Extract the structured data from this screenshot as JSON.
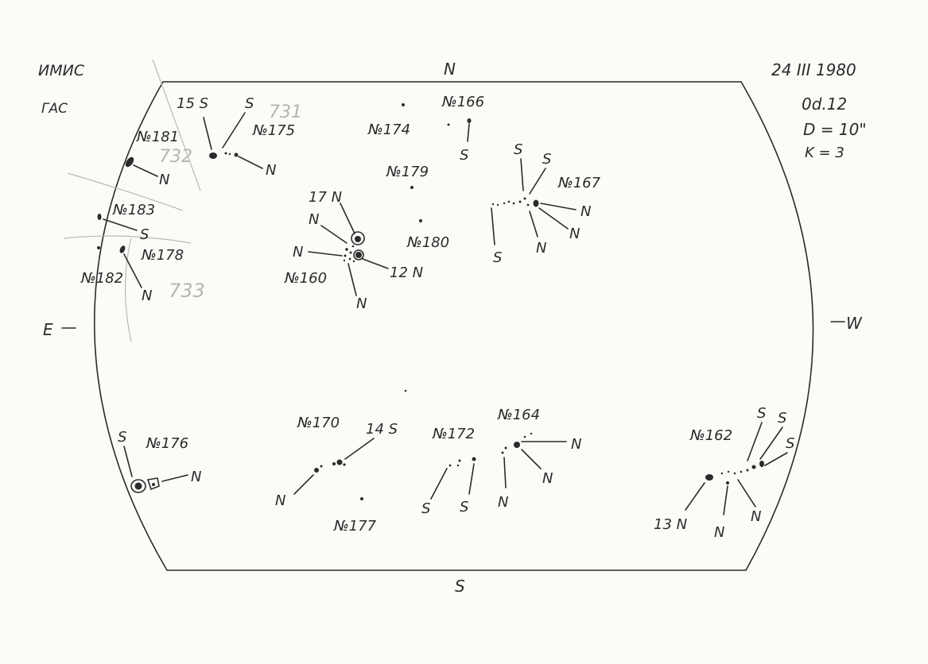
{
  "header": {
    "observatory": "ИМИС",
    "station": "ГАС",
    "date": "24 III 1980",
    "time": "0d.12",
    "diameter": "D = 10\"",
    "k_index": "K = 3"
  },
  "cardinal": {
    "north": "N",
    "south": "S",
    "east": "E",
    "west": "W"
  },
  "pencil_notes": [
    "731",
    "732",
    "733"
  ],
  "regions": [
    {
      "id": "181",
      "label": "№181",
      "tags": [
        "N"
      ]
    },
    {
      "id": "175",
      "label": "№175",
      "tags": [
        "15 S",
        "S",
        "N"
      ]
    },
    {
      "id": "174",
      "label": "№174",
      "tags": []
    },
    {
      "id": "166",
      "label": "№166",
      "tags": [
        "S"
      ]
    },
    {
      "id": "183",
      "label": "№183",
      "tags": [
        "S"
      ]
    },
    {
      "id": "178",
      "label": "№178",
      "tags": [
        "N"
      ]
    },
    {
      "id": "182",
      "label": "№182",
      "tags": []
    },
    {
      "id": "179",
      "label": "№179",
      "tags": []
    },
    {
      "id": "180",
      "label": "№180",
      "tags": []
    },
    {
      "id": "160",
      "label": "№160",
      "tags": [
        "17 N",
        "N",
        "N",
        "12 N",
        "N"
      ]
    },
    {
      "id": "167",
      "label": "№167",
      "tags": [
        "S",
        "S",
        "N",
        "N",
        "N",
        "S"
      ]
    },
    {
      "id": "176",
      "label": "№176",
      "tags": [
        "S",
        "N"
      ]
    },
    {
      "id": "170",
      "label": "№170",
      "tags": [
        "14 S",
        "N"
      ]
    },
    {
      "id": "177",
      "label": "№177",
      "tags": []
    },
    {
      "id": "172",
      "label": "№172",
      "tags": [
        "S",
        "S"
      ]
    },
    {
      "id": "164",
      "label": "№164",
      "tags": [
        "N",
        "N",
        "N"
      ]
    },
    {
      "id": "162",
      "label": "№162",
      "tags": [
        "S",
        "S",
        "S",
        "13 N",
        "N",
        "N"
      ]
    }
  ]
}
